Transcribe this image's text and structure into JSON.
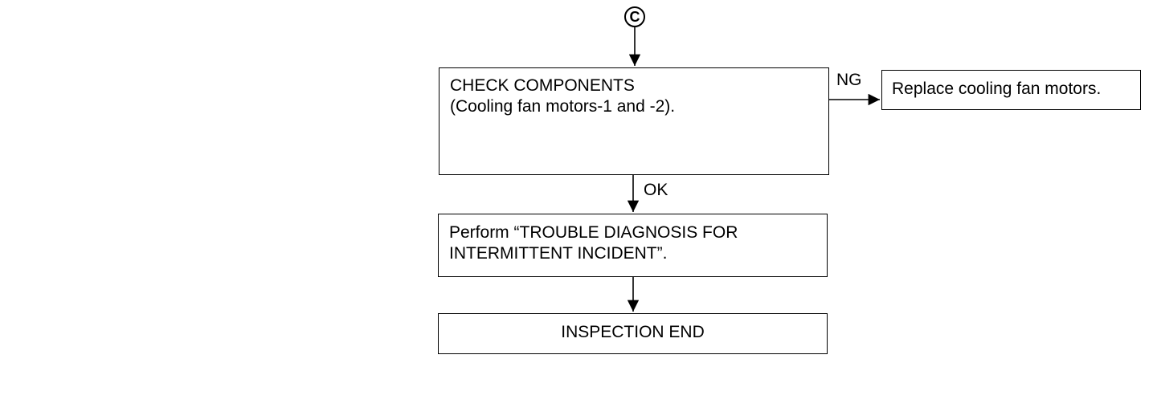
{
  "connector": {
    "letter": "C"
  },
  "steps": {
    "check_components": {
      "lines": [
        "CHECK COMPONENTS",
        "(Cooling fan motors-1 and -2)."
      ]
    },
    "replace_motors": {
      "text": "Replace cooling fan motors."
    },
    "perform_diagnosis": {
      "lines": [
        "Perform “TROUBLE DIAGNOSIS FOR",
        "INTERMITTENT INCIDENT”."
      ]
    },
    "inspection_end": {
      "text": "INSPECTION END"
    }
  },
  "branches": {
    "ng": "NG",
    "ok": "OK"
  }
}
